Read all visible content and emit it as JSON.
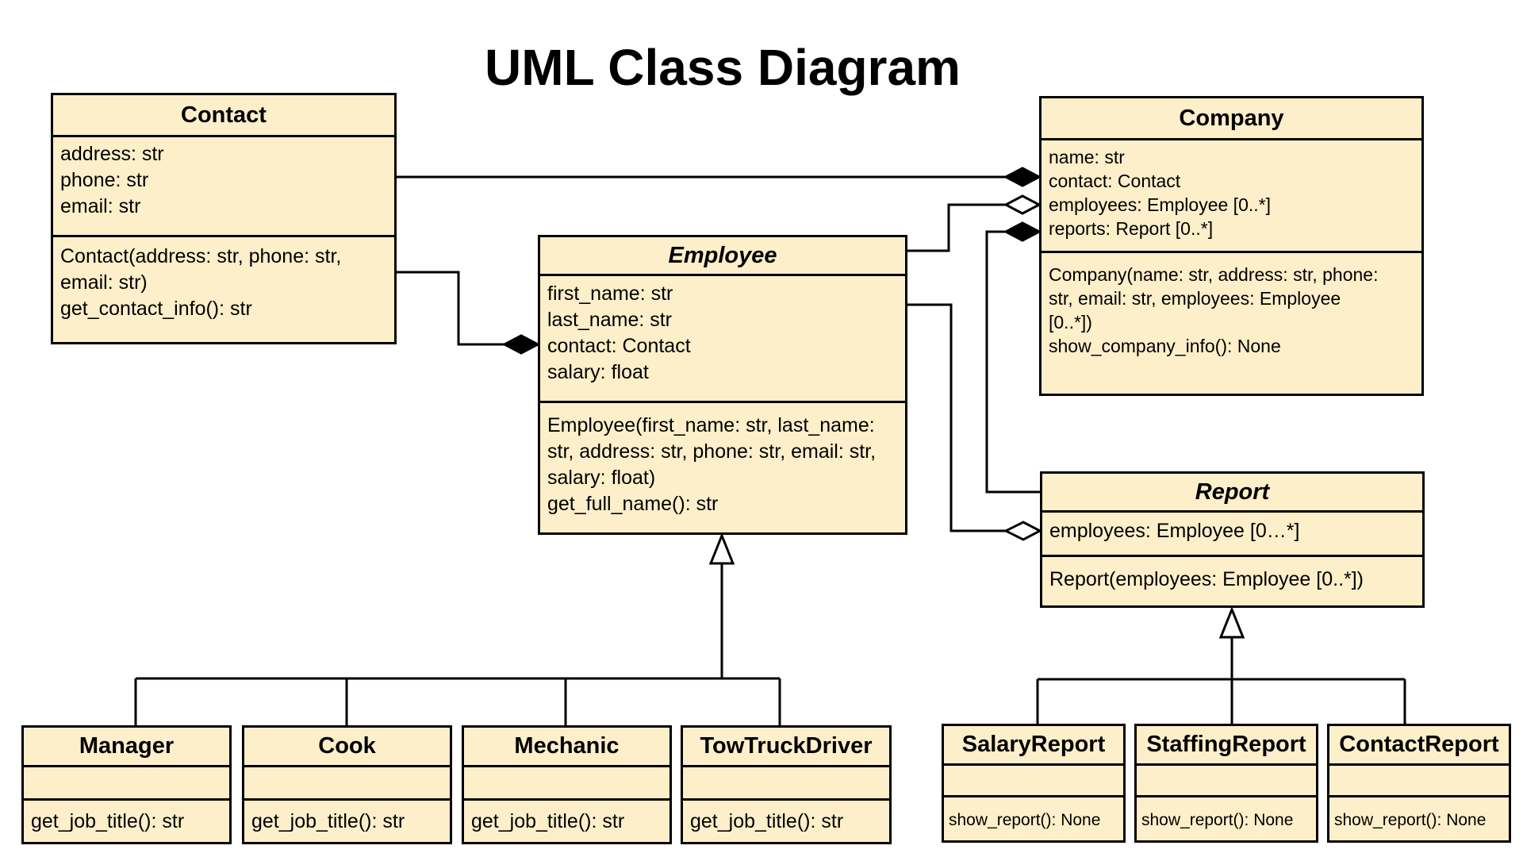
{
  "title": "UML Class Diagram",
  "colors": {
    "class_fill": "#fdefc9",
    "stroke": "#000000",
    "background": "#ffffff"
  },
  "classes": {
    "contact": {
      "name": "Contact",
      "attributes": [
        "address: str",
        "phone: str",
        "email: str"
      ],
      "operations": [
        "Contact(address: str, phone: str, email: str)",
        "get_contact_info(): str"
      ]
    },
    "company": {
      "name": "Company",
      "attributes": [
        "name: str",
        "contact: Contact",
        "employees: Employee [0..*]",
        "reports: Report [0..*]"
      ],
      "operations": [
        "Company(name: str, address: str, phone: str, email: str, employees: Employee [0..*])",
        "show_company_info(): None"
      ]
    },
    "employee": {
      "name": "Employee",
      "attributes": [
        "first_name: str",
        "last_name: str",
        "contact: Contact",
        "salary: float"
      ],
      "operations": [
        "Employee(first_name: str, last_name: str, address: str, phone: str, email: str,  salary: float)",
        "get_full_name(): str"
      ]
    },
    "report": {
      "name": "Report",
      "attributes": [
        "employees: Employee [0…*]"
      ],
      "operations": [
        "Report(employees: Employee [0..*])"
      ]
    },
    "manager": {
      "name": "Manager",
      "operations": [
        "get_job_title(): str"
      ]
    },
    "cook": {
      "name": "Cook",
      "operations": [
        "get_job_title(): str"
      ]
    },
    "mechanic": {
      "name": "Mechanic",
      "operations": [
        "get_job_title(): str"
      ]
    },
    "towtruckdriver": {
      "name": "TowTruckDriver",
      "operations": [
        "get_job_title(): str"
      ]
    },
    "salaryreport": {
      "name": "SalaryReport",
      "operations": [
        "show_report(): None"
      ]
    },
    "staffingreport": {
      "name": "StaffingReport",
      "operations": [
        "show_report(): None"
      ]
    },
    "contactreport": {
      "name": "ContactReport",
      "operations": [
        "show_report(): None"
      ]
    }
  }
}
